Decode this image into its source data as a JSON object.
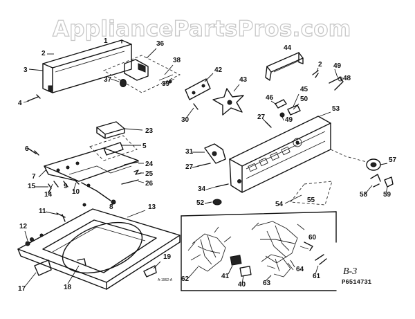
{
  "watermark": "AppliancePartsPros.com",
  "plate_label": "B-3",
  "plate_code": "P6514731",
  "drawing_number": "A-1962-A",
  "callouts": [
    "1",
    "2",
    "3",
    "4",
    "36",
    "38",
    "37",
    "39",
    "42",
    "43",
    "30",
    "44",
    "2",
    "49",
    "48",
    "46",
    "45",
    "50",
    "27",
    "49",
    "53",
    "23",
    "6",
    "5",
    "7",
    "24",
    "25",
    "26",
    "15",
    "14",
    "9",
    "10",
    "8",
    "31",
    "27",
    "34",
    "52",
    "57",
    "58",
    "59",
    "54",
    "55",
    "11",
    "13",
    "12",
    "60",
    "62",
    "41",
    "40",
    "63",
    "64",
    "61",
    "19",
    "17",
    "18"
  ]
}
